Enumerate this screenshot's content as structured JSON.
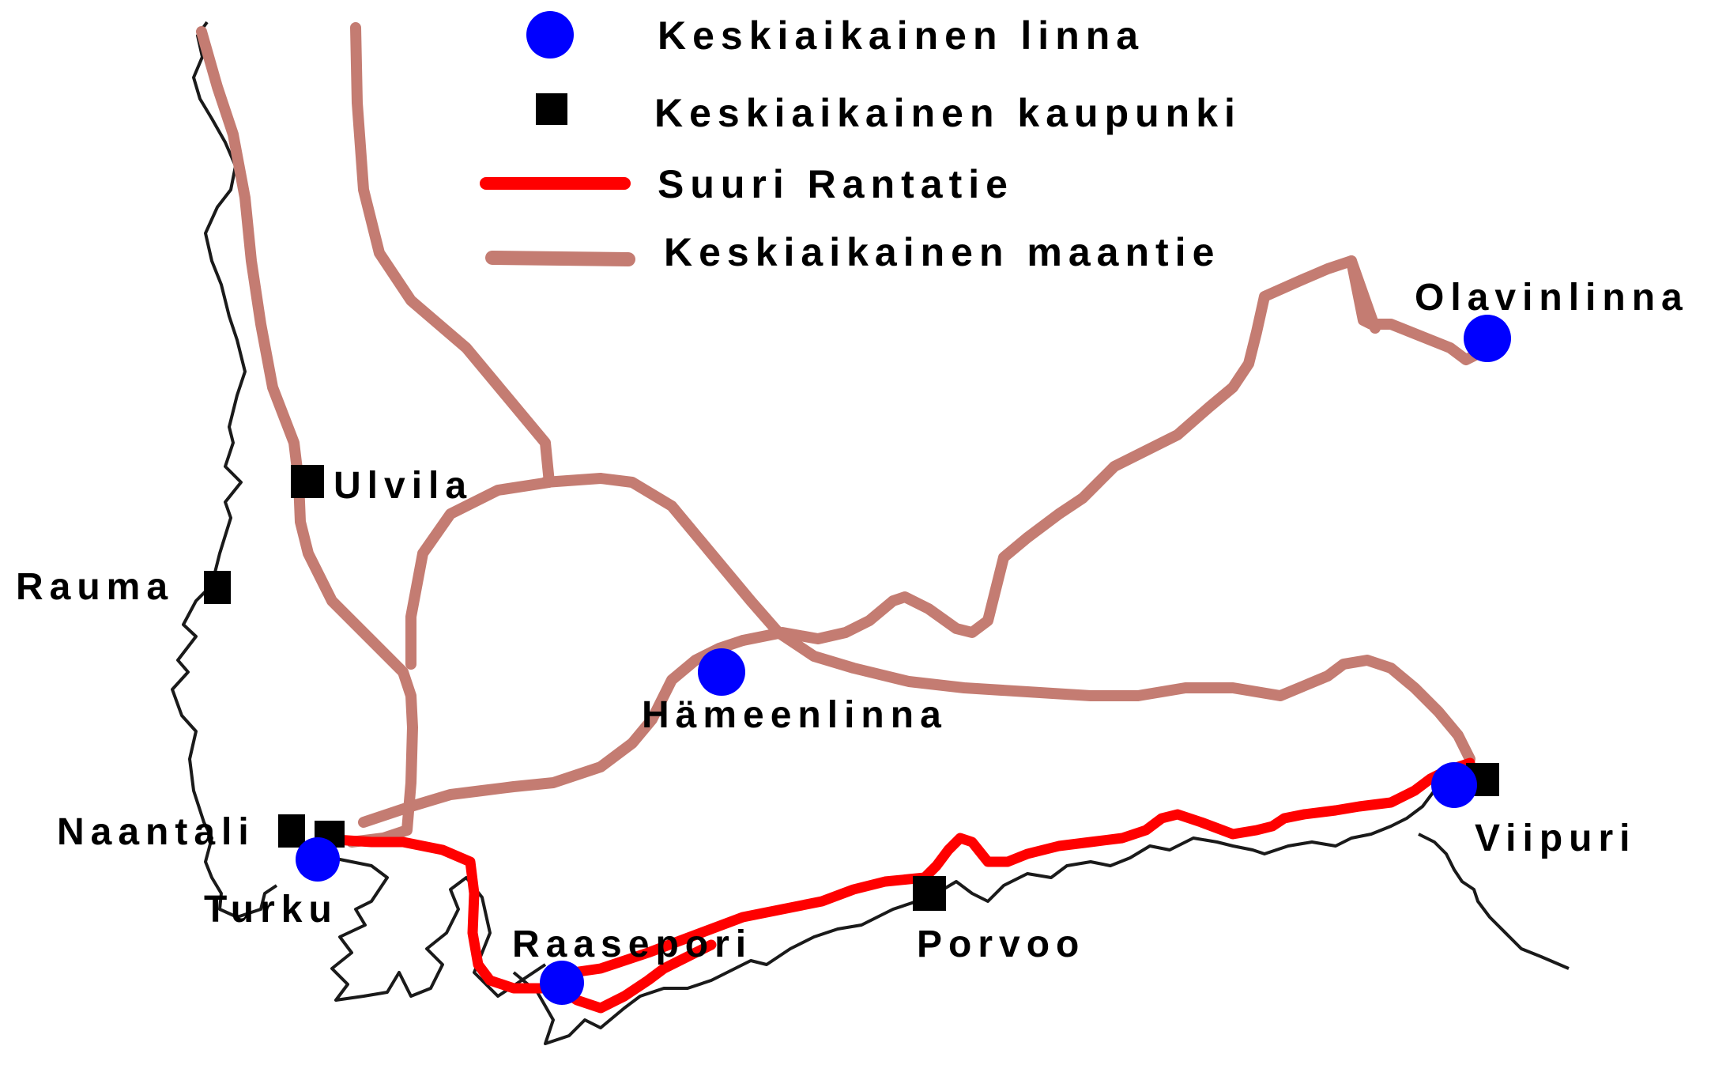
{
  "legend": {
    "castle": "Keskiaikainen linna",
    "town": "Keskiaikainen kaupunki",
    "great_coastal_road": "Suuri Rantatie",
    "medieval_road": "Keskiaikainen maantie"
  },
  "places": {
    "olavinlinna": "Olavinlinna",
    "ulvila": "Ulvila",
    "rauma": "Rauma",
    "hameenlinna": "Hämeenlinna",
    "naantali": "Naantali",
    "turku": "Turku",
    "raasepori": "Raasepori",
    "porvoo": "Porvoo",
    "viipuri": "Viipuri"
  },
  "colors": {
    "castle": "#0000ff",
    "town": "#000000",
    "great_coastal_road": "#ff0000",
    "medieval_road": "#c47c72",
    "coastline": "#1a1a1a"
  }
}
